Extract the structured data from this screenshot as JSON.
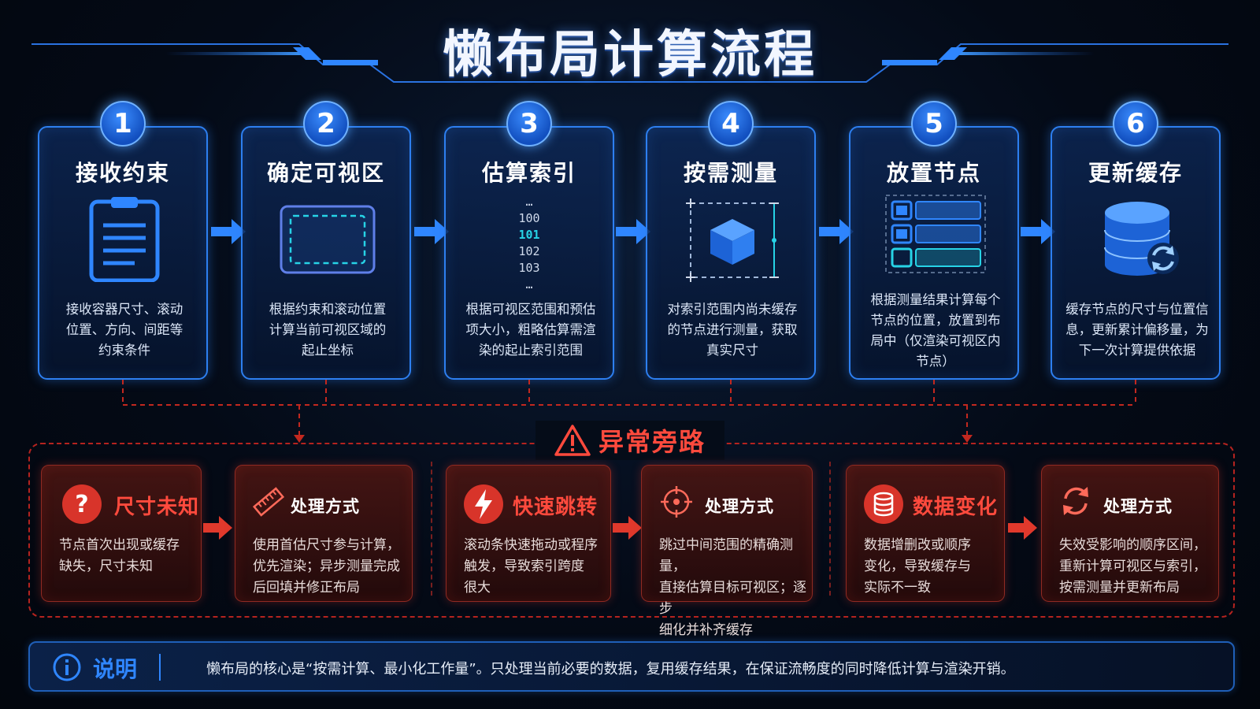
{
  "title": "懒布局计算流程",
  "steps": [
    {
      "num": "1",
      "title": "接收约束",
      "icon": "clipboard-icon",
      "desc_lines": [
        "接收容器尺寸、滚动",
        "位置、方向、间距等",
        "约束条件"
      ]
    },
    {
      "num": "2",
      "title": "确定可视区",
      "icon": "viewport-icon",
      "desc_lines": [
        "根据约束和滚动位置",
        "计算当前可视区域的",
        "起止坐标"
      ]
    },
    {
      "num": "3",
      "title": "估算索引",
      "icon": "index-list-icon",
      "index_items": [
        "…",
        "100",
        "101",
        "102",
        "103",
        "…"
      ],
      "desc_lines": [
        "根据可视区范围和预估",
        "项大小，粗略估算需渲",
        "染的起止索引范围"
      ]
    },
    {
      "num": "4",
      "title": "按需测量",
      "icon": "measure-cube-icon",
      "desc_lines": [
        "对索引范围内尚未缓存",
        "的节点进行测量，获取",
        "真实尺寸"
      ]
    },
    {
      "num": "5",
      "title": "放置节点",
      "icon": "layout-rows-icon",
      "desc_lines": [
        "根据测量结果计算每个",
        "节点的位置，放置到布",
        "局中（仅渲染可视区内",
        "节点）"
      ]
    },
    {
      "num": "6",
      "title": "更新缓存",
      "icon": "database-refresh-icon",
      "desc_lines": [
        "缓存节点的尺寸与位置信",
        "息，更新累计偏移量，为",
        "下一次计算提供依据"
      ]
    }
  ],
  "exception": {
    "title": "异常旁路",
    "groups": [
      {
        "case": {
          "title": "尺寸未知",
          "icon": "question-icon",
          "desc_lines": [
            "节点首次出现或缓存",
            "缺失，尺寸未知"
          ]
        },
        "handle": {
          "title": "处理方式",
          "icon": "ruler-icon",
          "desc_lines": [
            "使用首估尺寸参与计算，",
            "优先渲染；异步测量完成",
            "后回填并修正布局"
          ]
        }
      },
      {
        "case": {
          "title": "快速跳转",
          "icon": "lightning-icon",
          "desc_lines": [
            "滚动条快速拖动或程序",
            "触发，导致索引跨度",
            "很大"
          ]
        },
        "handle": {
          "title": "处理方式",
          "icon": "crosshair-icon",
          "desc_lines": [
            "跳过中间范围的精确测量，",
            "直接估算目标可视区；逐步",
            "细化并补齐缓存"
          ]
        }
      },
      {
        "case": {
          "title": "数据变化",
          "icon": "database-icon",
          "desc_lines": [
            "数据增删改或顺序",
            "变化，导致缓存与",
            "实际不一致"
          ]
        },
        "handle": {
          "title": "处理方式",
          "icon": "refresh-icon",
          "desc_lines": [
            "失效受影响的顺序区间，",
            "重新计算可视区与索引，",
            "按需测量并更新布局"
          ]
        }
      }
    ]
  },
  "note": {
    "label": "说明",
    "text": "懒布局的核心是“按需计算、最小化工作量”。只处理当前必要的数据，复用缓存结果，在保证流畅度的同时降低计算与渲染开销。"
  },
  "colors": {
    "accent_blue": "#2d7ff0",
    "accent_red": "#ff4a3d",
    "background": "#040a16"
  }
}
